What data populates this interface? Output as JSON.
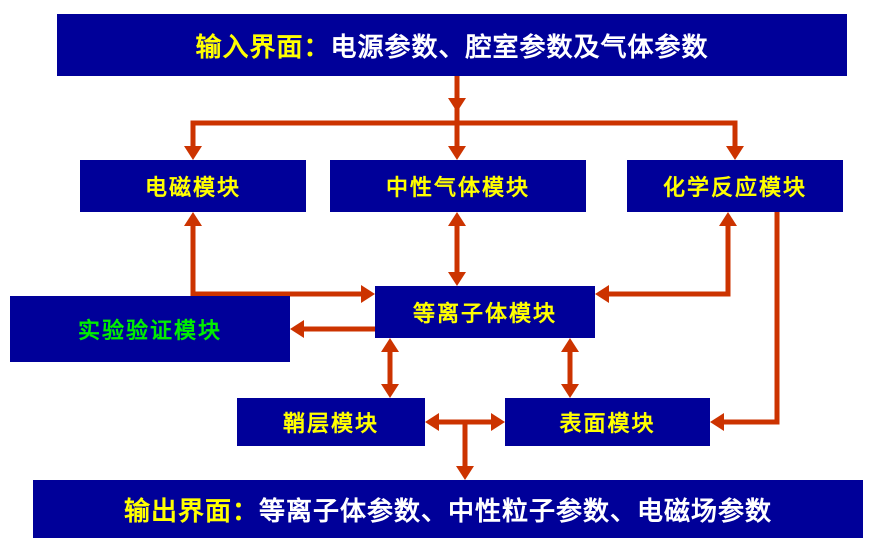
{
  "input_box": {
    "title": "输入界面：",
    "content": "电源参数、腔室参数及气体参数"
  },
  "modules": {
    "electromagnetic": {
      "label": "电磁模块"
    },
    "neutral_gas": {
      "label": "中性气体模块"
    },
    "chemical_reaction": {
      "label": "化学反应模块"
    },
    "plasma": {
      "label": "等离子体模块"
    },
    "experimental_validation": {
      "label": "实验验证模块"
    },
    "sheath": {
      "label": "鞘层模块"
    },
    "surface": {
      "label": "表面模块"
    }
  },
  "output_box": {
    "title": "输出界面：",
    "content": "等离子体参数、中性粒子参数、电磁场参数"
  },
  "colors": {
    "box_background": "#000099",
    "module_text_yellow": "#FFFF00",
    "io_content_text": "#FFFFFF",
    "experimental_text_green": "#00EE00",
    "arrow": "#CC3300",
    "page_background": "#FFFFFF"
  }
}
